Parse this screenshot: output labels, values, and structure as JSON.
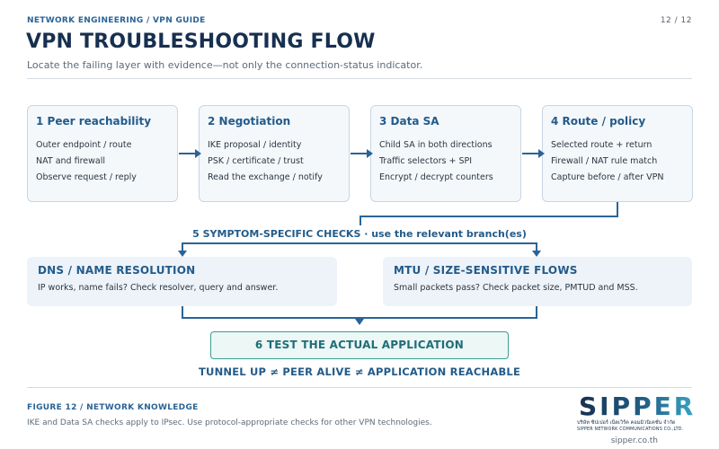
{
  "header": {
    "eyebrow": "NETWORK ENGINEERING / VPN GUIDE",
    "page": "12 / 12",
    "title": "VPN TROUBLESHOOTING FLOW",
    "subtitle": "Locate the failing layer with evidence—not only the connection-status indicator."
  },
  "steps": [
    {
      "title": "1 Peer reachability",
      "lines": [
        "Outer endpoint / route",
        "NAT and firewall",
        "Observe request / reply"
      ]
    },
    {
      "title": "2 Negotiation",
      "lines": [
        "IKE proposal / identity",
        "PSK / certificate / trust",
        "Read the exchange / notify"
      ]
    },
    {
      "title": "3 Data SA",
      "lines": [
        "Child SA in both directions",
        "Traffic selectors + SPI",
        "Encrypt / decrypt counters"
      ]
    },
    {
      "title": "4 Route / policy",
      "lines": [
        "Selected route + return",
        "Firewall / NAT rule match",
        "Capture before / after VPN"
      ]
    }
  ],
  "symptom_label": "5 SYMPTOM-SPECIFIC CHECKS · use the relevant branch(es)",
  "branches": [
    {
      "title": "DNS / NAME RESOLUTION",
      "desc": "IP works, name fails? Check resolver, query and answer."
    },
    {
      "title": "MTU / SIZE-SENSITIVE FLOWS",
      "desc": "Small packets pass? Check packet size, PMTUD and MSS."
    }
  ],
  "test": "6 TEST THE ACTUAL APPLICATION",
  "tagline": "TUNNEL UP ≠ PEER ALIVE ≠ APPLICATION REACHABLE",
  "footer": {
    "figure": "FIGURE 12 / NETWORK KNOWLEDGE",
    "note": "IKE and Data SA checks apply to IPsec. Use protocol-appropriate checks for other VPN technologies.",
    "logo_text": "SIPPER",
    "logo_thai": "บริษัท ซิปเปอร์ เน็ตเวิร์ค คอมมิวนิเคชั่น จำกัด",
    "logo_sub": "SIPPER NETWORK COMMUNICATIONS CO.,LTD.",
    "site": "sipper.co.th"
  },
  "colors": {
    "accent": "#2a6496",
    "title": "#17304f",
    "teal": "#3a9d96",
    "logo_dark": "#17304f",
    "logo_teal": "#3aa6c6"
  }
}
